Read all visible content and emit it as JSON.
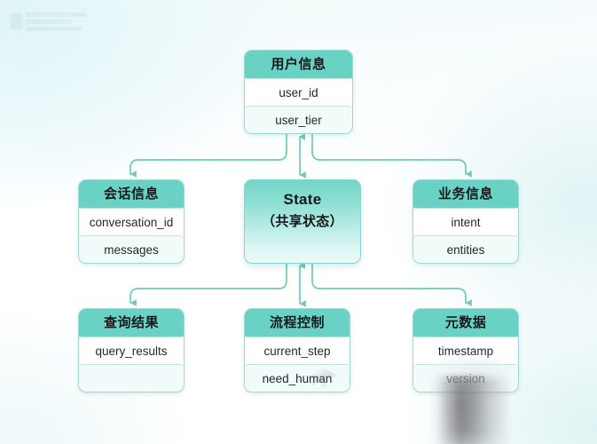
{
  "diagram": {
    "title_node": {
      "id": "user-info",
      "header": "用户信息",
      "rows": [
        "user_id",
        "user_tier"
      ]
    },
    "center_node": {
      "id": "state",
      "line1": "State",
      "line2": "（共享状态）"
    },
    "nodes": [
      {
        "id": "session-info",
        "header": "会话信息",
        "rows": [
          "conversation_id",
          "messages"
        ]
      },
      {
        "id": "business-info",
        "header": "业务信息",
        "rows": [
          "intent",
          "entities"
        ]
      },
      {
        "id": "query-result",
        "header": "查询结果",
        "rows": [
          "query_results",
          ""
        ]
      },
      {
        "id": "flow-control",
        "header": "流程控制",
        "rows": [
          "current_step",
          "need_human"
        ]
      },
      {
        "id": "metadata",
        "header": "元数据",
        "rows": [
          "timestamp",
          "version"
        ]
      }
    ],
    "colors": {
      "header_teal": "#6ad2c5",
      "node_border": "#9fd9d4",
      "row_alt": "#f1fbf9",
      "connector": "#6fc9bd",
      "state_top": "#74d5c8",
      "state_bottom": "#eafaf8",
      "page_tint": "#eaf8fa"
    },
    "connectors": [
      {
        "from": "user-info",
        "to": "session-info",
        "type": "elbow-arrow",
        "direction": "down"
      },
      {
        "from": "user-info",
        "to": "state",
        "type": "straight",
        "direction": "bidirectional"
      },
      {
        "from": "user-info",
        "to": "business-info",
        "type": "elbow-arrow",
        "direction": "down"
      },
      {
        "from": "state",
        "to": "query-result",
        "type": "elbow-arrow",
        "direction": "down"
      },
      {
        "from": "state",
        "to": "flow-control",
        "type": "straight",
        "direction": "bidirectional"
      },
      {
        "from": "state",
        "to": "metadata",
        "type": "elbow-arrow",
        "direction": "down"
      }
    ]
  }
}
